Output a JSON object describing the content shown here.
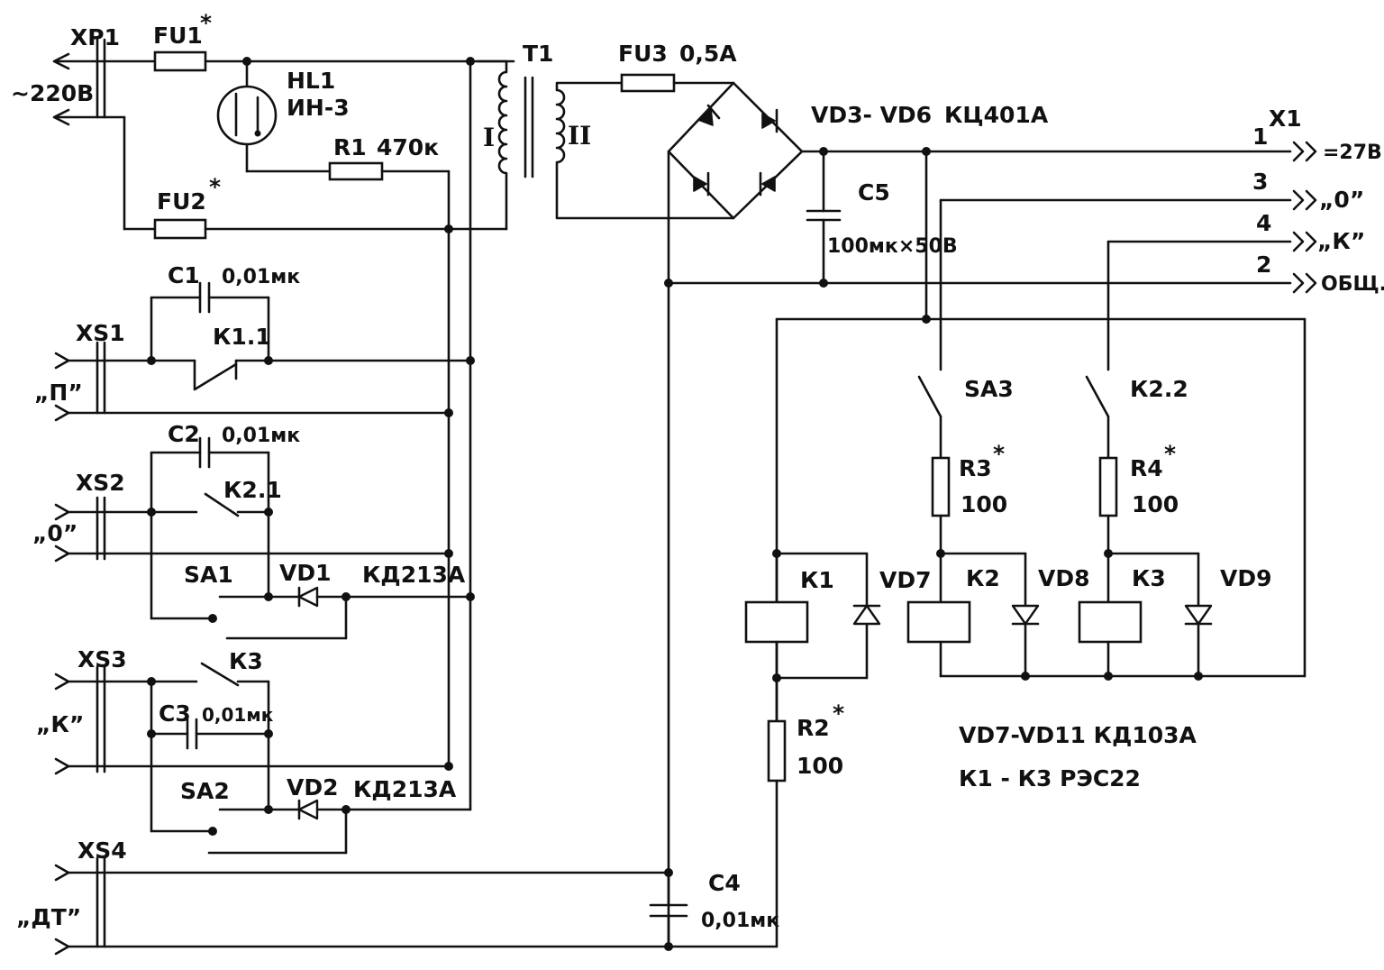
{
  "labels": {
    "xp1": "XP1",
    "mains": "~220В",
    "fu1": "FU1",
    "fu2": "FU2",
    "star": "*",
    "hl1": "HL1",
    "hl1_type": "ИН-3",
    "r1": "R1",
    "r1_val": "470к",
    "t1": "T1",
    "winding_1": "I",
    "winding_2": "II",
    "fu3": "FU3",
    "fu3_val": "0,5А",
    "bridge": "VD3- VD6",
    "bridge_type": "КЦ401А",
    "c5": "C5",
    "c5_val": "100мк×50В",
    "x1": "X1",
    "pin1": "1",
    "pin2": "2",
    "pin3": "3",
    "pin4": "4",
    "out1": "=27В",
    "out3": "„0”",
    "out4": "„К”",
    "out2": "ОБЩ.",
    "c1": "C1",
    "c1_val": "0,01мк",
    "k1_1": "К1.1",
    "xs1": "XS1",
    "xs1_name": "„П”",
    "c2": "C2",
    "c2_val": "0,01мк",
    "k2_1": "К2.1",
    "xs2": "XS2",
    "xs2_name": "„0”",
    "sa1": "SA1",
    "vd1": "VD1",
    "vd1_type": "КД213А",
    "xs3": "XS3",
    "xs3_name": "„К”",
    "k3_contact": "К3",
    "c3": "C3",
    "c3_val": "0,01мк",
    "sa2": "SA2",
    "vd2": "VD2",
    "vd2_type": "КД213А",
    "xs4": "XS4",
    "xs4_name": "„ДТ”",
    "c4": "C4",
    "c4_val": "0,01мк",
    "sa3": "SA3",
    "k2_2": "К2.2",
    "r3": "R3",
    "r3_val": "100",
    "r4": "R4",
    "r4_val": "100",
    "k1": "К1",
    "vd7": "VD7",
    "k2": "К2",
    "vd8": "VD8",
    "k3": "К3",
    "vd9": "VD9",
    "r2": "R2",
    "r2_val": "100",
    "note_diodes": "VD7-VD11 КД103А",
    "note_relays": "К1 - К3  РЭС22"
  }
}
